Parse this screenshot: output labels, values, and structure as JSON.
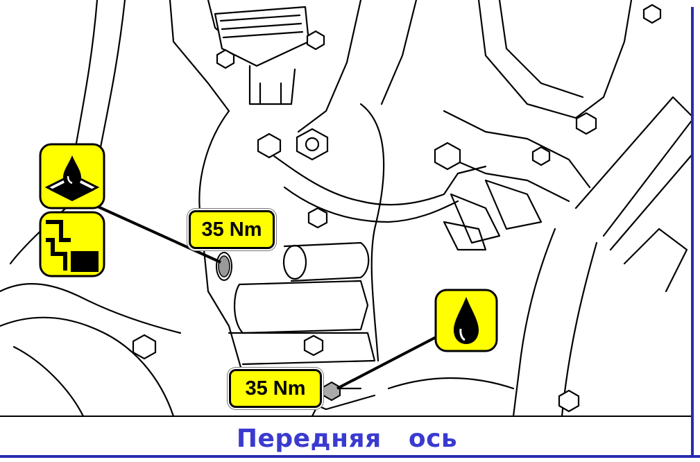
{
  "labels": {
    "torque_upper": "35 Nm",
    "torque_lower": "35 Nm"
  },
  "caption": "Передняя   ось",
  "colors": {
    "symbol_yellow": "#ffff00",
    "caption_blue": "#3a3ad0",
    "frame_blue": "#2a2ab0",
    "line_black": "#000000"
  },
  "icons": [
    "oil-fill-icon",
    "drain-plug-icon",
    "oil-drop-icon"
  ]
}
